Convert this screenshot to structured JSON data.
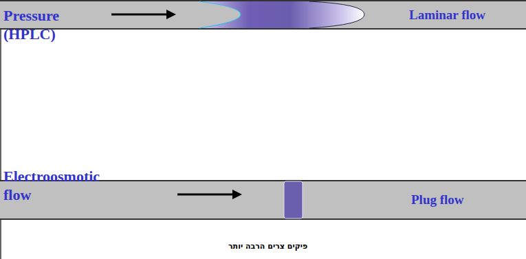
{
  "diagram": {
    "caption": "פיקים צרים הרבה יותר",
    "nodes": [
      {
        "text": [
          "Laminar flow"
        ]
      },
      {
        "text": [
          "Plug flow"
        ]
      }
    ],
    "labels": [
      "Pressure (HPLC)",
      "Electroosmotic flow"
    ]
  }
}
